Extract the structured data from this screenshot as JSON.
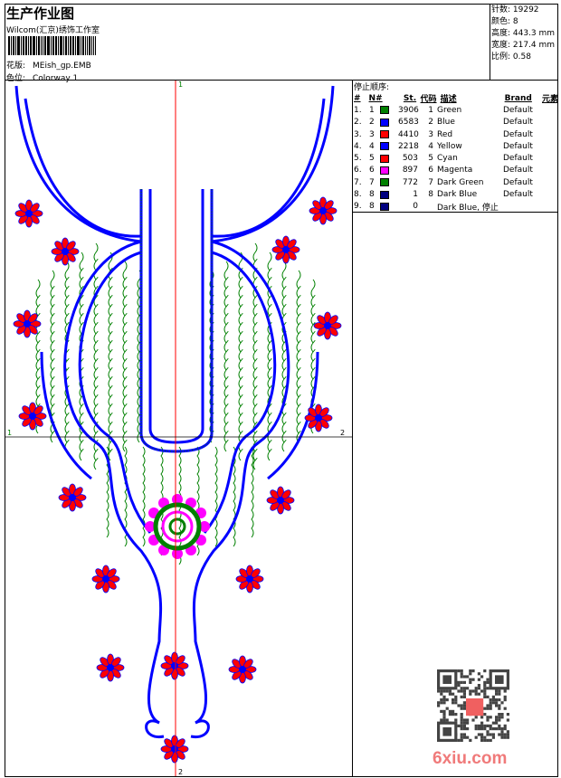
{
  "header": {
    "title": "生产作业图",
    "studio": "Wilcom(汇京)绣饰工作室",
    "file_label": "花版:",
    "file_value": "MEish_gp.EMB",
    "colorway_label": "色位:",
    "colorway_value": "Colorway 1"
  },
  "info": {
    "stitches": "针数: 19292",
    "colors": "颜色: 8",
    "height": "高度: 443.3 mm",
    "width": "宽度: 217.4 mm",
    "scale": "比例: 0.58"
  },
  "stop_sequence": {
    "title": "停止顺序:",
    "columns": [
      "#",
      "N#",
      "St.",
      "代码",
      "描述",
      "Brand",
      "元素"
    ],
    "rows": [
      {
        "idx": "1.",
        "n": "1",
        "color": "#008000",
        "st": "3906",
        "code": "1",
        "desc": "Green",
        "brand": "Default"
      },
      {
        "idx": "2.",
        "n": "2",
        "color": "#0000ff",
        "st": "6583",
        "code": "2",
        "desc": "Blue",
        "brand": "Default"
      },
      {
        "idx": "3.",
        "n": "3",
        "color": "#ff0000",
        "st": "4410",
        "code": "3",
        "desc": "Red",
        "brand": "Default"
      },
      {
        "idx": "4.",
        "n": "4",
        "color": "#0000ff",
        "st": "2218",
        "code": "4",
        "desc": "Yellow",
        "brand": "Default"
      },
      {
        "idx": "5.",
        "n": "5",
        "color": "#ff0000",
        "st": "503",
        "code": "5",
        "desc": "Cyan",
        "brand": "Default"
      },
      {
        "idx": "6.",
        "n": "6",
        "color": "#ff00ff",
        "st": "897",
        "code": "6",
        "desc": "Magenta",
        "brand": "Default"
      },
      {
        "idx": "7.",
        "n": "7",
        "color": "#008000",
        "st": "772",
        "code": "7",
        "desc": "Dark Green",
        "brand": "Default"
      },
      {
        "idx": "8.",
        "n": "8",
        "color": "#000080",
        "st": "1",
        "code": "8",
        "desc": "Dark Blue",
        "brand": "Default"
      },
      {
        "idx": "9.",
        "n": "8",
        "color": "#000080",
        "st": "0",
        "code": "",
        "desc": "Dark  Blue, 停止",
        "brand": ""
      }
    ]
  },
  "design": {
    "axis_top": "1",
    "axis_bottom": "2",
    "axis_left": "1",
    "axis_right": "2"
  },
  "watermark": "6xiu.com",
  "colors": {
    "blue": "#0000ff",
    "red": "#ff0000",
    "green": "#008000",
    "magenta": "#ff00ff",
    "axis": "#ff0000"
  }
}
